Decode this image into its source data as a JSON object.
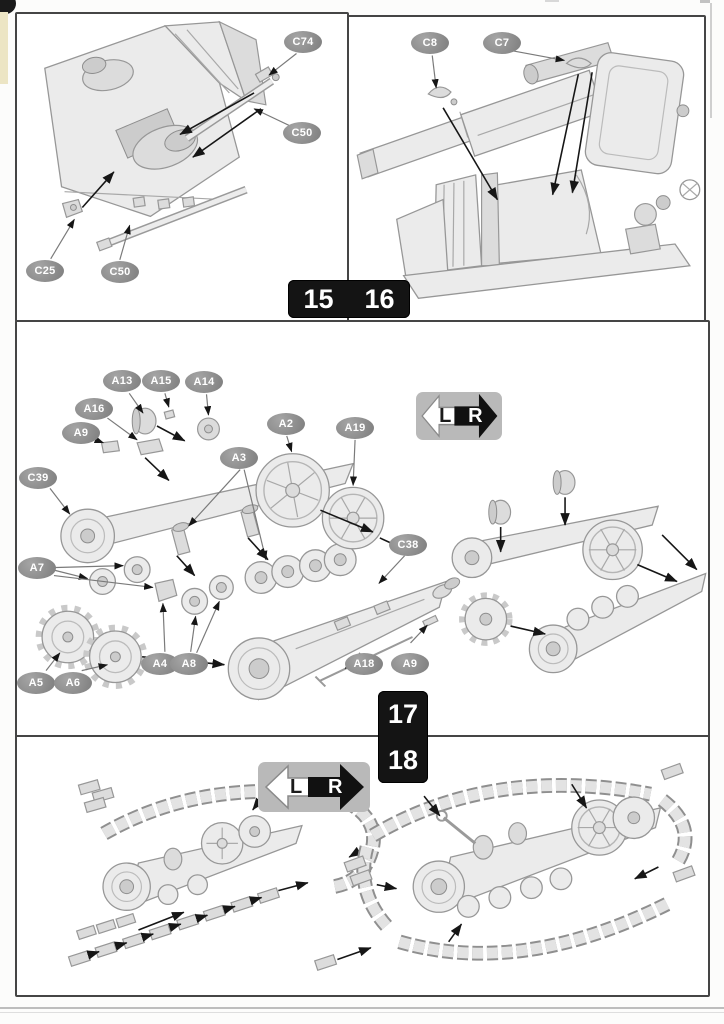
{
  "steps": {
    "s15": "15",
    "s16": "16",
    "s17": "17",
    "s18": "18"
  },
  "direction_indicator": {
    "left": "L",
    "right": "R"
  },
  "panel15": {
    "callouts": [
      "C74",
      "C50",
      "C25",
      "C50"
    ]
  },
  "panel16": {
    "callouts": [
      "C8",
      "C7"
    ]
  },
  "panel17": {
    "callouts": [
      "A13",
      "A15",
      "A14",
      "A16",
      "A9",
      "C39",
      "A3",
      "A2",
      "A19",
      "A7",
      "A5",
      "A6",
      "A4",
      "A8",
      "C38",
      "A18",
      "A9"
    ]
  },
  "panel18": {
    "callouts": []
  },
  "colors": {
    "badge_bg": "#141414",
    "badge_text": "#ffffff",
    "callout_bg": "#8d8d8d",
    "callout_text": "#ffffff",
    "panel_border": "#454545",
    "lr_box_bg": "#b9b9b9",
    "lr_left_arrow": "#ffffff",
    "lr_right_arrow": "#111111",
    "artwork_line": "#979797"
  }
}
